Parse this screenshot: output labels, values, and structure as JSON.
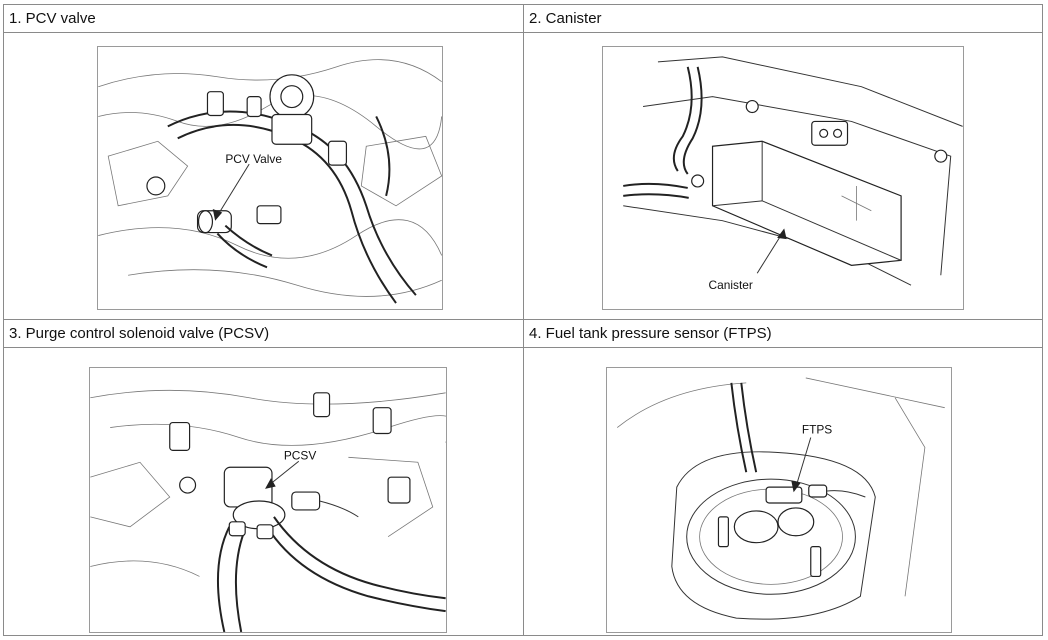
{
  "panels": [
    {
      "heading": "1. PCV valve",
      "callout": "PCV Valve"
    },
    {
      "heading": "2. Canister",
      "callout": "Canister"
    },
    {
      "heading": "3. Purge control solenoid valve (PCSV)",
      "callout": "PCSV"
    },
    {
      "heading": "4. Fuel tank pressure sensor (FTPS)",
      "callout": "FTPS"
    }
  ]
}
